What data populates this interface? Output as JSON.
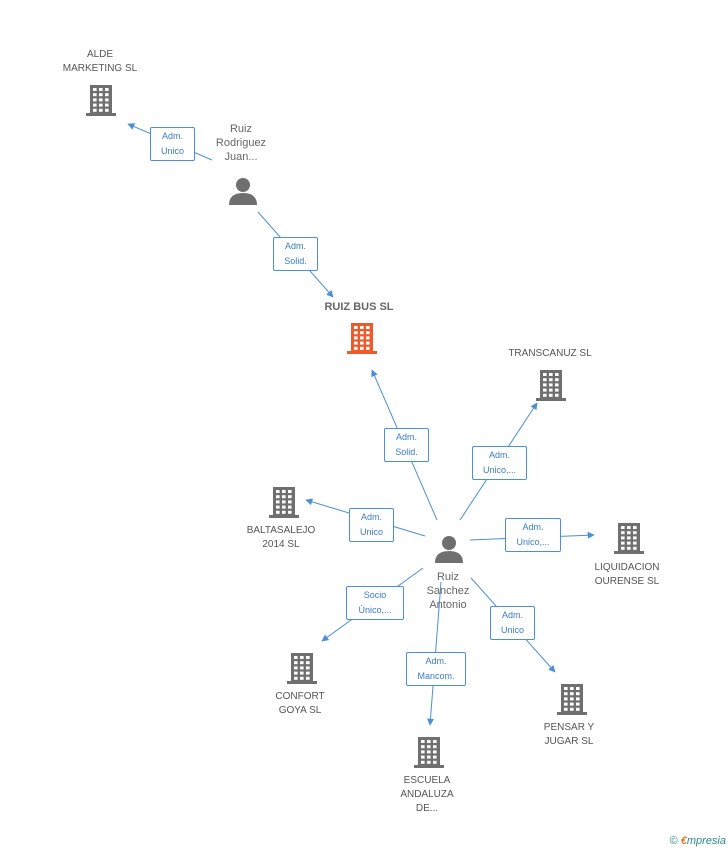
{
  "colors": {
    "edge": "#4a8fd8",
    "building": "#6f6f6f",
    "building_focus": "#ee5a2a",
    "person": "#6f6f6f"
  },
  "nodes": {
    "alde": {
      "label": "ALDE\nMARKETING SL",
      "icon": "building-icon"
    },
    "ruiz_rodriguez": {
      "label": "Ruiz\nRodriguez\nJuan...",
      "icon": "person-icon"
    },
    "ruiz_bus": {
      "label": "RUIZ BUS SL",
      "icon": "building-icon"
    },
    "transcanuz": {
      "label": "TRANSCANUZ SL",
      "icon": "building-icon"
    },
    "baltasalejo": {
      "label": "BALTASALEJO\n2014  SL",
      "icon": "building-icon"
    },
    "ruiz_sanchez": {
      "label": "Ruiz\nSanchez\nAntonio",
      "icon": "person-icon"
    },
    "liquidacion": {
      "label": "LIQUIDACION\nOURENSE  SL",
      "icon": "building-icon"
    },
    "confort": {
      "label": "CONFORT\nGOYA SL",
      "icon": "building-icon"
    },
    "escuela": {
      "label": "ESCUELA\nANDALUZA\nDE...",
      "icon": "building-icon"
    },
    "pensar": {
      "label": "PENSAR Y\nJUGAR SL",
      "icon": "building-icon"
    }
  },
  "edges": {
    "rr_alde": "Adm.\nUnico",
    "rr_bus": "Adm.\nSolid.",
    "rs_bus": "Adm.\nSolid.",
    "rs_transcanuz": "Adm.\nUnico,...",
    "rs_baltasalejo": "Adm.\nUnico",
    "rs_liquidacion": "Adm.\nUnico,...",
    "rs_confort": "Socio\nÚnico,...",
    "rs_escuela": "Adm.\nMancom.",
    "rs_pensar": "Adm.\nUnico"
  },
  "footer": {
    "copyright": "©",
    "brand_first": "€",
    "brand_rest": "mpresia"
  }
}
